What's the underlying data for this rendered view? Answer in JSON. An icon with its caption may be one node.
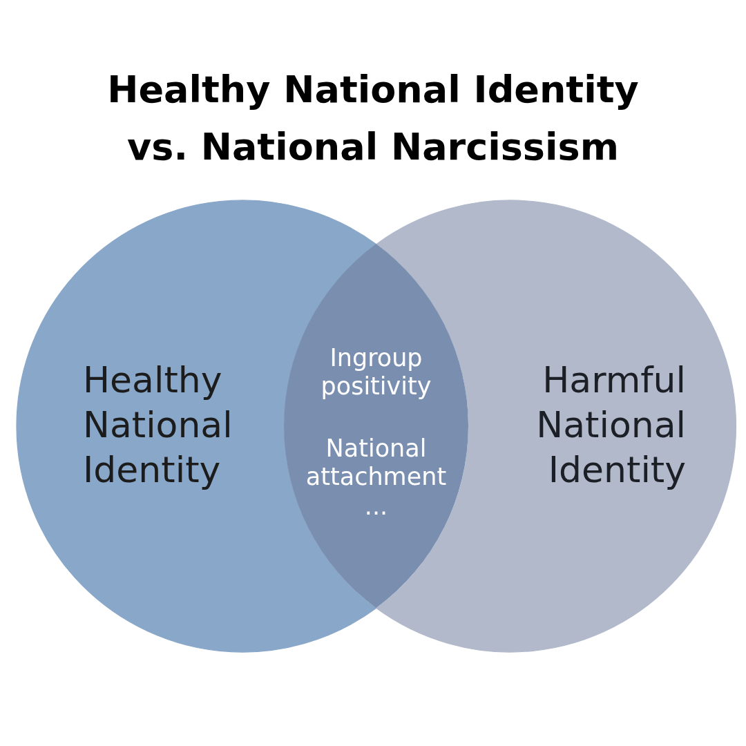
{
  "diagram": {
    "title": "Healthy National Identity vs. National Narcissism",
    "nodes": [
      {
        "text": [
          "Healthy National Identity"
        ]
      },
      {
        "text": [
          "Harmful National Identity"
        ]
      },
      {
        "text": [
          "Ingroup positivity",
          "National attachment",
          "..."
        ]
      }
    ]
  }
}
